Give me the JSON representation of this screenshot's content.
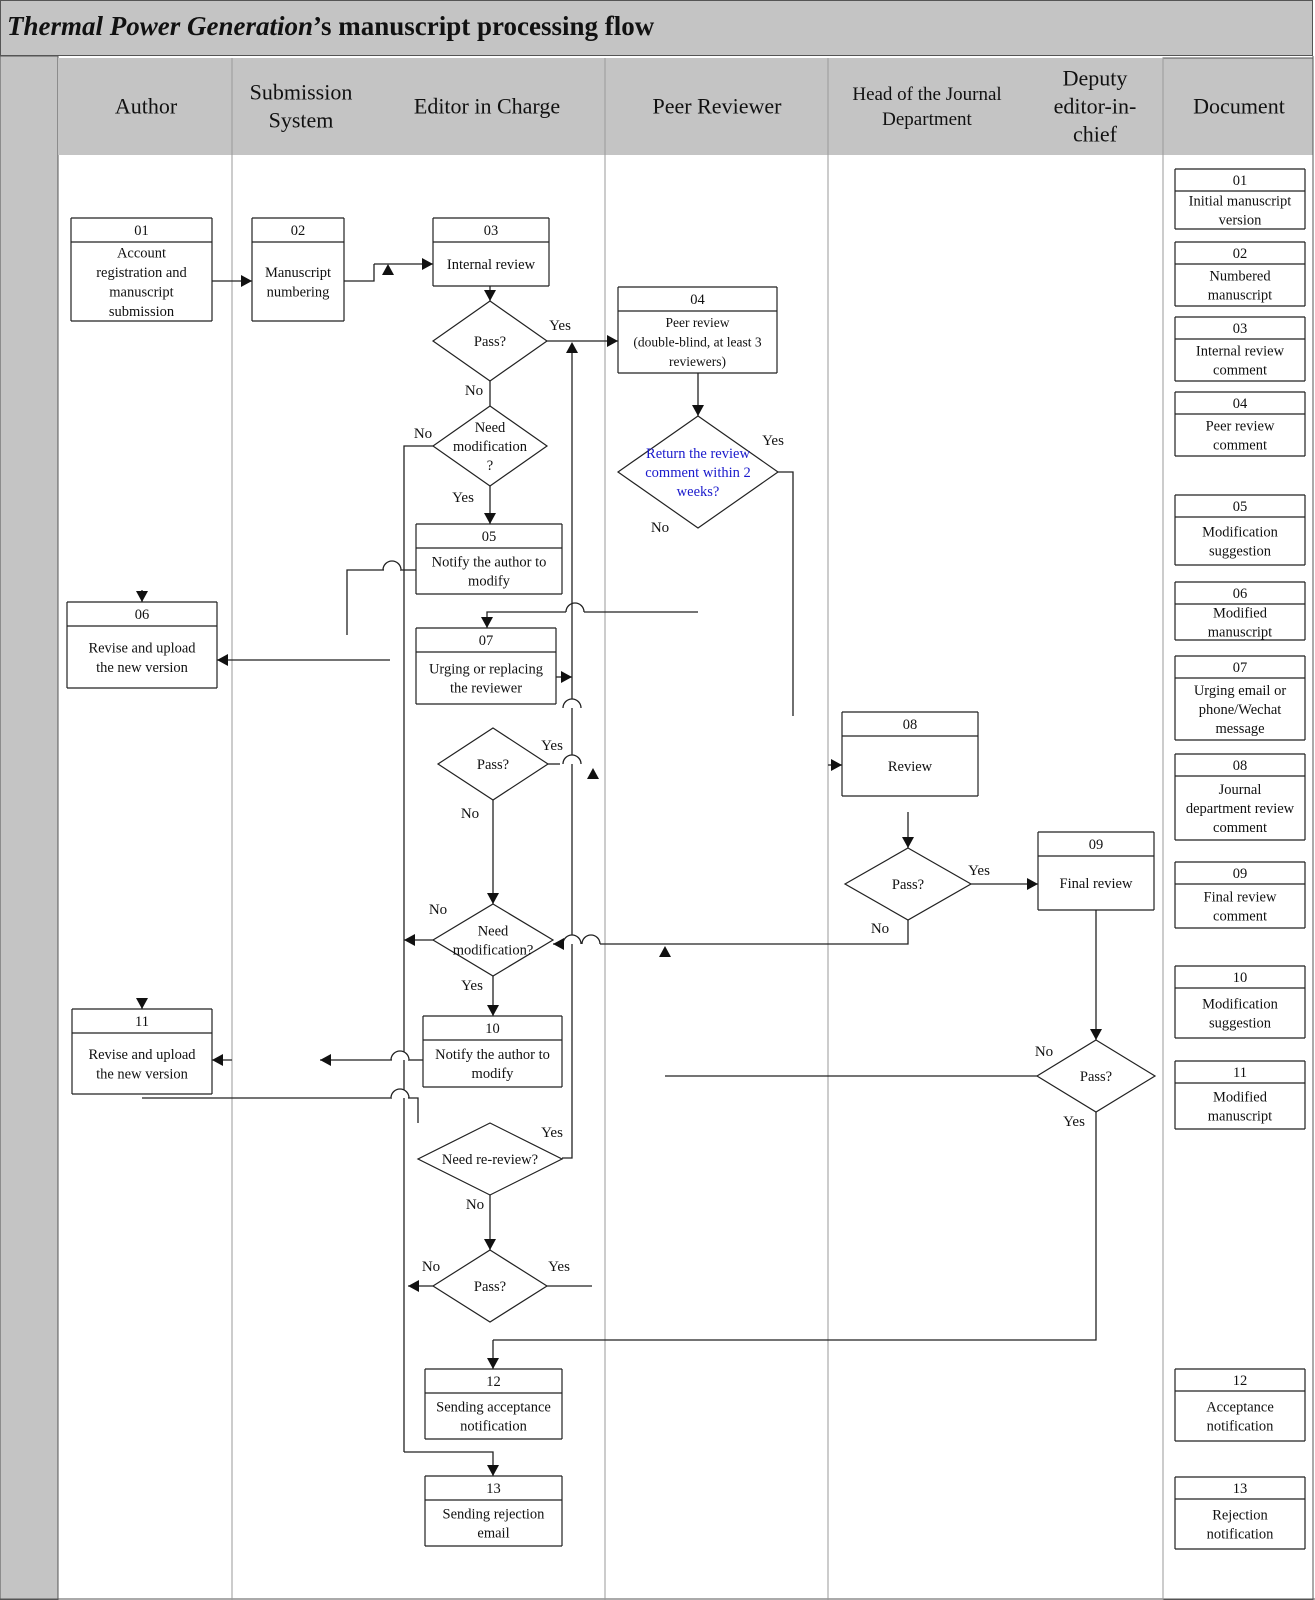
{
  "title": {
    "italic": "Thermal Power Generation",
    "rest": "’s manuscript processing flow"
  },
  "lanes": [
    {
      "id": "author",
      "lines": [
        "Author"
      ]
    },
    {
      "id": "submission",
      "lines": [
        "Submission",
        "System"
      ]
    },
    {
      "id": "editor",
      "lines": [
        "Editor in Charge"
      ]
    },
    {
      "id": "peer",
      "lines": [
        "Peer Reviewer"
      ]
    },
    {
      "id": "head",
      "lines": [
        "Head of the Journal",
        "Department"
      ]
    },
    {
      "id": "deputy",
      "lines": [
        "Deputy",
        "editor-in-",
        "chief"
      ]
    },
    {
      "id": "document",
      "lines": [
        "Document"
      ]
    }
  ],
  "process_boxes": [
    {
      "id": "p01",
      "num": "01",
      "lines": [
        "Account",
        "registration and",
        "manuscript",
        "submission"
      ]
    },
    {
      "id": "p02",
      "num": "02",
      "lines": [
        "Manuscript",
        "numbering"
      ]
    },
    {
      "id": "p03",
      "num": "03",
      "lines": [
        "Internal review"
      ]
    },
    {
      "id": "p04",
      "num": "04",
      "lines": [
        "Peer review",
        "(double-blind, at least 3",
        "reviewers)"
      ]
    },
    {
      "id": "p05",
      "num": "05",
      "lines": [
        "Notify the author to",
        "modify"
      ]
    },
    {
      "id": "p06",
      "num": "06",
      "lines": [
        "Revise and upload",
        "the new version"
      ]
    },
    {
      "id": "p07",
      "num": "07",
      "lines": [
        "Urging or replacing",
        "the reviewer"
      ]
    },
    {
      "id": "p08",
      "num": "08",
      "lines": [
        "Review"
      ]
    },
    {
      "id": "p09",
      "num": "09",
      "lines": [
        "Final review"
      ]
    },
    {
      "id": "p10",
      "num": "10",
      "lines": [
        "Notify the author to",
        "modify"
      ]
    },
    {
      "id": "p11",
      "num": "11",
      "lines": [
        "Revise and upload",
        "the new version"
      ]
    },
    {
      "id": "p12",
      "num": "12",
      "lines": [
        "Sending acceptance",
        "notification"
      ]
    },
    {
      "id": "p13",
      "num": "13",
      "lines": [
        "Sending rejection",
        "email"
      ]
    }
  ],
  "decisions": [
    {
      "id": "d1",
      "lines": [
        "Pass?"
      ]
    },
    {
      "id": "d2",
      "lines": [
        "Need",
        "modification",
        "?"
      ]
    },
    {
      "id": "d3",
      "lines": [
        "Return the review",
        "comment within 2",
        "weeks?"
      ],
      "color": "#1a1acc"
    },
    {
      "id": "d4",
      "lines": [
        "Pass?"
      ]
    },
    {
      "id": "d5",
      "lines": [
        "Need",
        "modification?"
      ]
    },
    {
      "id": "d6",
      "lines": [
        "Pass?"
      ]
    },
    {
      "id": "d7",
      "lines": [
        "Pass?"
      ]
    },
    {
      "id": "d8",
      "lines": [
        "Need re-review?"
      ]
    },
    {
      "id": "d9",
      "lines": [
        "Pass?"
      ]
    }
  ],
  "labels": [
    {
      "id": "l1",
      "text": "Yes"
    },
    {
      "id": "l2",
      "text": "No"
    },
    {
      "id": "l3",
      "text": "No"
    },
    {
      "id": "l4",
      "text": "Yes"
    },
    {
      "id": "l5",
      "text": "Yes"
    },
    {
      "id": "l6",
      "text": "No"
    },
    {
      "id": "l7",
      "text": "Yes"
    },
    {
      "id": "l8",
      "text": "No"
    },
    {
      "id": "l9",
      "text": "No"
    },
    {
      "id": "l10",
      "text": "Yes"
    },
    {
      "id": "l11",
      "text": "Yes"
    },
    {
      "id": "l12",
      "text": "No"
    },
    {
      "id": "l13",
      "text": "No"
    },
    {
      "id": "l14",
      "text": "Yes"
    },
    {
      "id": "l15",
      "text": "Yes"
    },
    {
      "id": "l16",
      "text": "No"
    },
    {
      "id": "l17",
      "text": "No"
    },
    {
      "id": "l18",
      "text": "Yes"
    }
  ],
  "documents": [
    {
      "id": "doc01",
      "num": "01",
      "lines": [
        "Initial manuscript",
        "version"
      ]
    },
    {
      "id": "doc02",
      "num": "02",
      "lines": [
        "Numbered",
        "manuscript"
      ]
    },
    {
      "id": "doc03",
      "num": "03",
      "lines": [
        "Internal review",
        "comment"
      ]
    },
    {
      "id": "doc04",
      "num": "04",
      "lines": [
        "Peer review",
        "comment"
      ]
    },
    {
      "id": "doc05",
      "num": "05",
      "lines": [
        "Modification",
        "suggestion"
      ]
    },
    {
      "id": "doc06",
      "num": "06",
      "lines": [
        "Modified",
        "manuscript"
      ]
    },
    {
      "id": "doc07",
      "num": "07",
      "lines": [
        "Urging email or",
        "phone/Wechat",
        "message"
      ]
    },
    {
      "id": "doc08",
      "num": "08",
      "lines": [
        "Journal",
        "department review",
        "comment"
      ]
    },
    {
      "id": "doc09",
      "num": "09",
      "lines": [
        "Final review",
        "comment"
      ]
    },
    {
      "id": "doc10",
      "num": "10",
      "lines": [
        "Modification",
        "suggestion"
      ]
    },
    {
      "id": "doc11",
      "num": "11",
      "lines": [
        "Modified",
        "manuscript"
      ]
    },
    {
      "id": "doc12",
      "num": "12",
      "lines": [
        "Acceptance",
        "notification"
      ]
    },
    {
      "id": "doc13",
      "num": "13",
      "lines": [
        "Rejection",
        "notification"
      ]
    }
  ]
}
